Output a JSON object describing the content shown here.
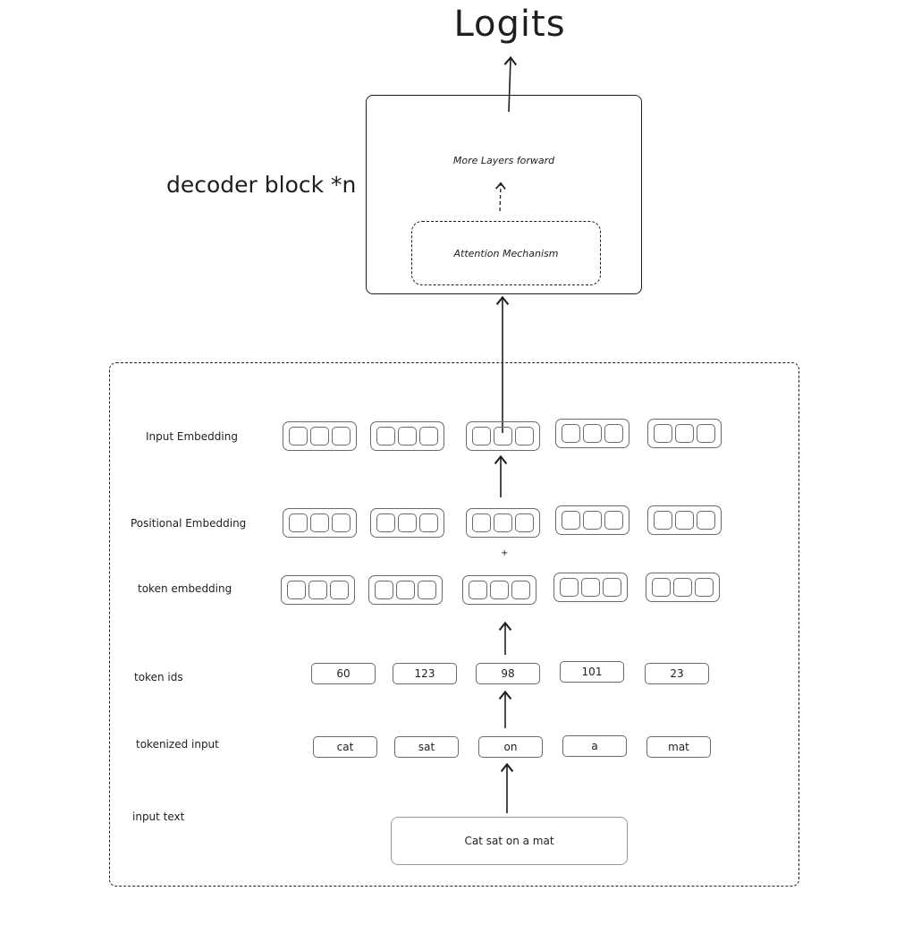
{
  "title": "Logits",
  "decoder": {
    "repeat_label": "decoder block *n",
    "layers_label": "More Layers forward",
    "attention_label": "Attention Mechanism"
  },
  "rows": {
    "input_embedding": "Input Embedding",
    "positional_embedding": "Positional Embedding",
    "token_embedding": "token embedding",
    "token_ids": "token ids",
    "tokenized_input": "tokenized input",
    "input_text": "input text"
  },
  "plus_sign": "+",
  "token_ids": [
    "60",
    "123",
    "98",
    "101",
    "23"
  ],
  "tokens": [
    "cat",
    "sat",
    "on",
    "a",
    "mat"
  ],
  "input_text_value": "Cat sat on a mat",
  "embedding_dims": 3
}
